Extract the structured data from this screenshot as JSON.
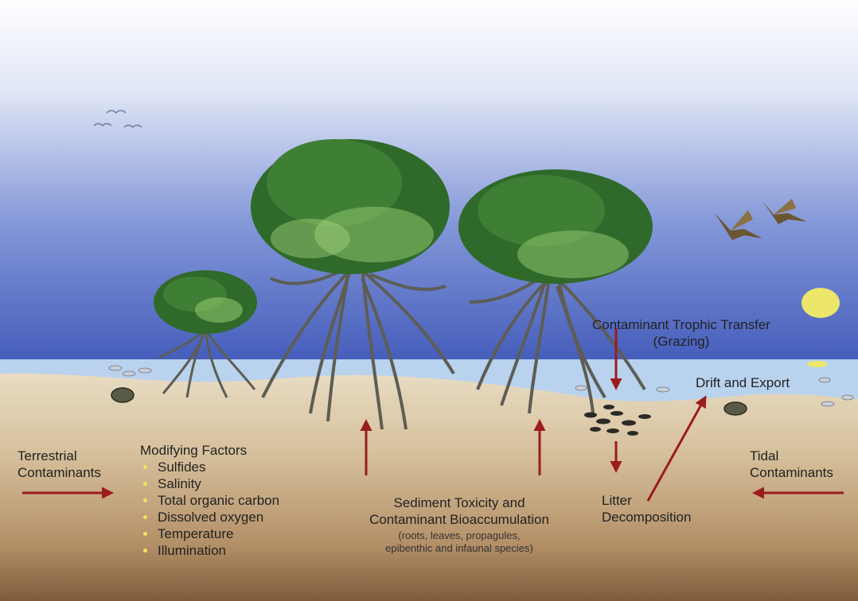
{
  "labels": {
    "terrestrial": [
      "Terrestrial",
      "Contaminants"
    ],
    "modifying_title": "Modifying Factors",
    "modifying_items": [
      "Sulfides",
      "Salinity",
      "Total organic carbon",
      "Dissolved oxygen",
      "Temperature",
      "Illumination"
    ],
    "sediment": [
      "Sediment Toxicity and",
      "Contaminant Bioaccumulation"
    ],
    "sediment_note": [
      "(roots, leaves, propagules,",
      "epibenthic and infaunal species)"
    ],
    "trophic": [
      "Contaminant Trophic Transfer",
      "(Grazing)"
    ],
    "drift": "Drift and Export",
    "litter": [
      "Litter",
      "Decomposition"
    ],
    "tidal": [
      "Tidal",
      "Contaminants"
    ]
  },
  "colors": {
    "sky_top": "#ffffff",
    "sky_bottom": "#3f58b8",
    "water": "#b9d2ee",
    "sand": "#e8dcc3",
    "sediment_top": "#d9c8a6",
    "sediment_bottom": "#8a6a45",
    "arrow": "#9b1c1c",
    "leaf_dark": "#2f6a2a",
    "leaf_light": "#8ec46b",
    "root": "#5d5d55",
    "sun": "#ece76b",
    "bullet": "#f2e35a"
  },
  "icons": [
    "bird-icon",
    "pelican-icon",
    "sun-icon",
    "fish-icon",
    "clam-icon",
    "mangrove-tree-icon",
    "litter-icon"
  ]
}
